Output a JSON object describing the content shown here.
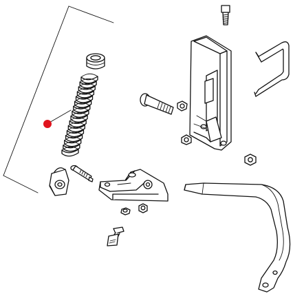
{
  "diagram": {
    "highlight_color": "#e0141e",
    "line_color": "#111111",
    "background": "#ffffff",
    "parts": [
      "coil-spring",
      "spring-cap",
      "spring-eye-mount",
      "spring-bolt",
      "hinge-plate",
      "small-nut",
      "small-bolt",
      "carriage-bolt",
      "hex-nut",
      "top-bolt",
      "mounting-bracket",
      "u-bolt",
      "flat-nut",
      "tine-arm"
    ]
  }
}
